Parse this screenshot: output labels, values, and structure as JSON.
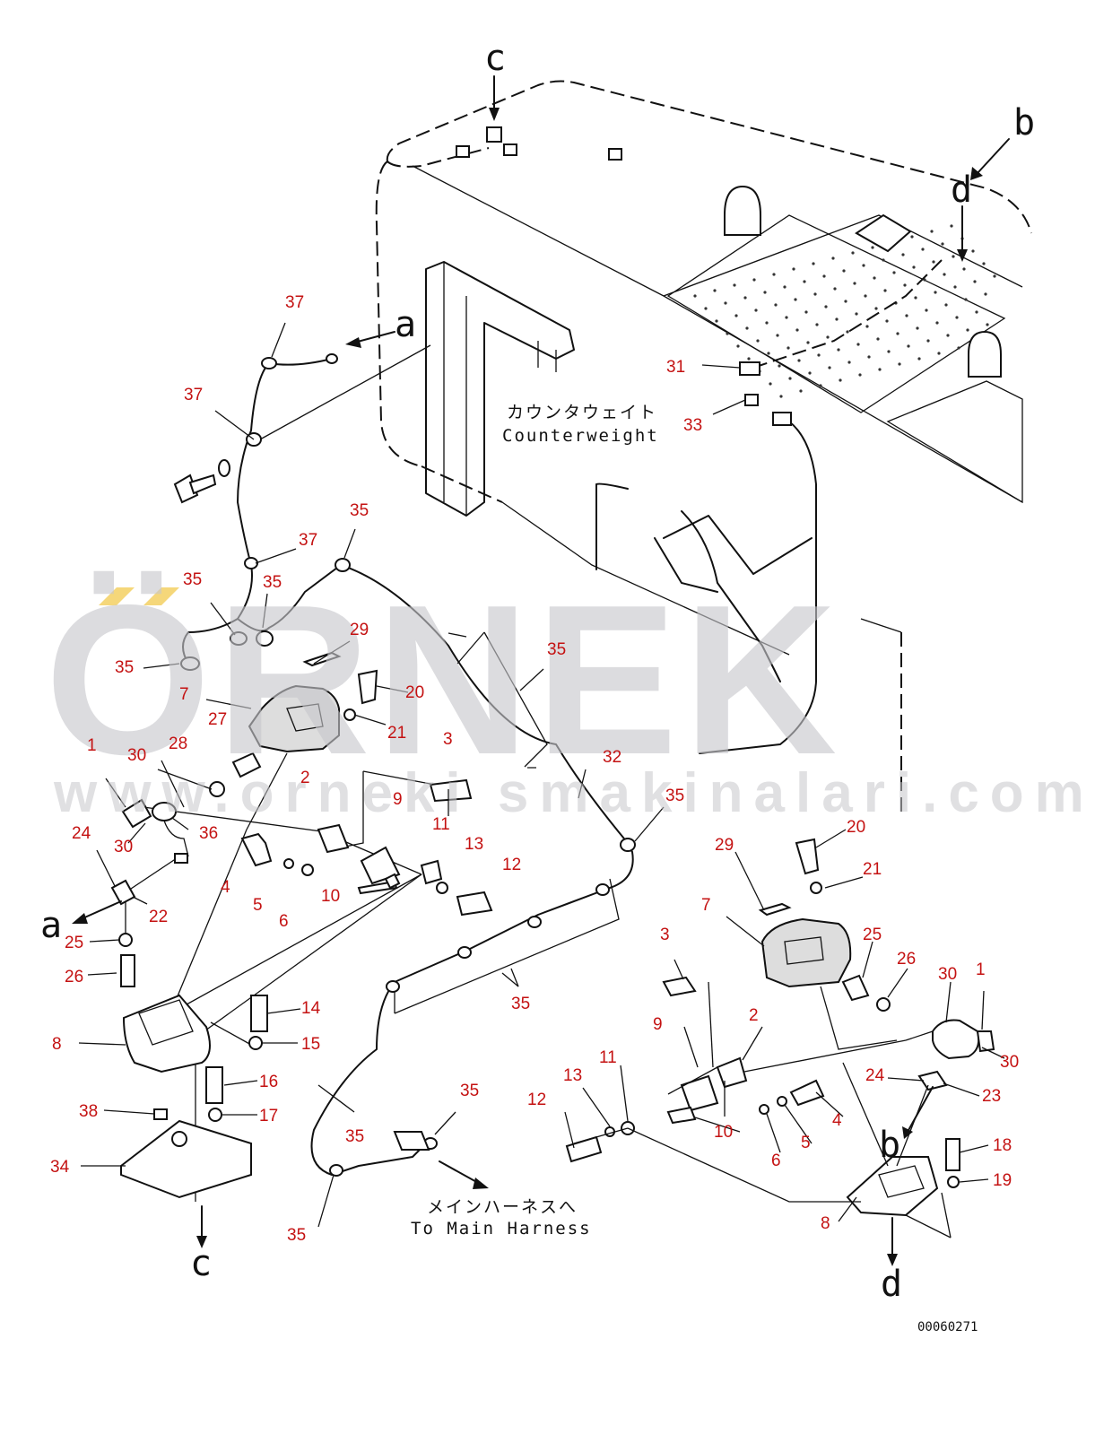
{
  "labels": {
    "counterweight_jp": "カウンタウェイト",
    "counterweight_en": "Counterweight",
    "harness_jp": "メインハーネスへ",
    "harness_en": "To Main Harness",
    "drawing_code": "00060271"
  },
  "watermark": {
    "brand": "ÖRNEK",
    "url": "www.orneki smakinalari.com.tr"
  },
  "view_letters": {
    "c_top": "c",
    "b": "b",
    "d_top": "d",
    "a_top": "a",
    "a_left": "a",
    "c_bottom": "c",
    "b_bottom": "b",
    "d_bottom": "d"
  },
  "callouts": {
    "n1_l": "1",
    "n2_l": "2",
    "n3_l": "3",
    "n4_l": "4",
    "n5_l": "5",
    "n6_l": "6",
    "n7_l": "7",
    "n8_l": "8",
    "n9_l": "9",
    "n10_l": "10",
    "n11_l": "11",
    "n12_l": "12",
    "n13_l": "13",
    "n14": "14",
    "n15": "15",
    "n16": "16",
    "n17": "17",
    "n18": "18",
    "n19": "19",
    "n20_l": "20",
    "n21_l": "21",
    "n22": "22",
    "n23": "23",
    "n24_l": "24",
    "n24_r": "24",
    "n25_l": "25",
    "n25_r": "25",
    "n26_l": "26",
    "n26_r": "26",
    "n27": "27",
    "n28": "28",
    "n29_l": "29",
    "n29_r": "29",
    "n30_a": "30",
    "n30_b": "30",
    "n30_c": "30",
    "n30_d": "30",
    "n31": "31",
    "n32": "32",
    "n33": "33",
    "n34": "34",
    "n35_a": "35",
    "n35_b": "35",
    "n35_c": "35",
    "n35_d": "35",
    "n35_e": "35",
    "n35_f": "35",
    "n35_g": "35",
    "n35_h": "35",
    "n35_i": "35",
    "n35_j": "35",
    "n36": "36",
    "n37_a": "37",
    "n37_b": "37",
    "n37_c": "37",
    "n38": "38",
    "n1_r": "1",
    "n2_r": "2",
    "n3_r": "3",
    "n4_r": "4",
    "n5_r": "5",
    "n6_r": "6",
    "n7_r": "7",
    "n8_r": "8",
    "n9_r": "9",
    "n10_r": "10",
    "n11_r": "11",
    "n12_r": "12",
    "n13_r": "13",
    "n20_r": "20",
    "n21_r": "21"
  },
  "colors": {
    "callout": "#c41212",
    "line": "#111111",
    "watermark": "#c8c8cc",
    "accent": "#f5d77a"
  }
}
